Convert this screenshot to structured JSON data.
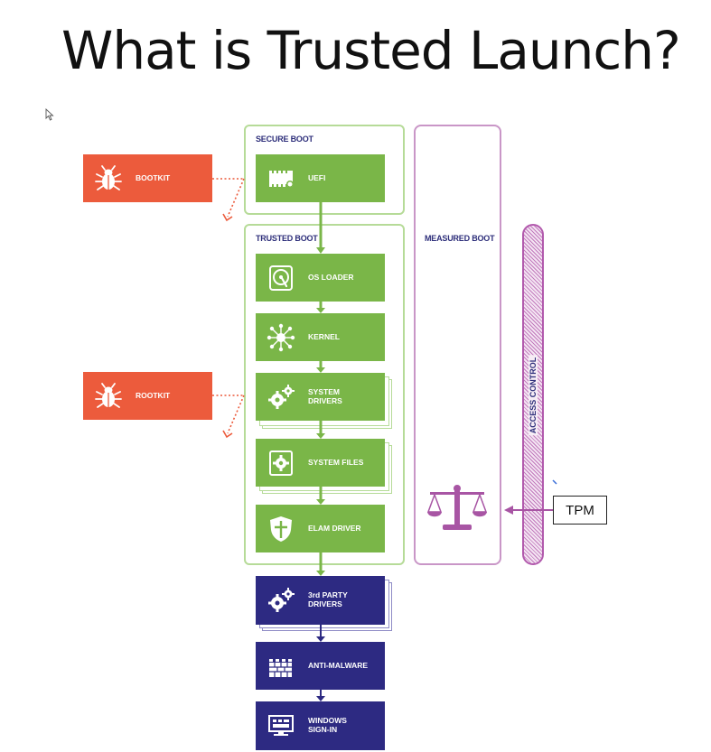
{
  "title": "What is Trusted Launch?",
  "frames": {
    "secure_boot": "SECURE BOOT",
    "trusted_boot": "TRUSTED BOOT",
    "measured_boot": "MEASURED BOOT",
    "access_control": "ACCESS CONTROL"
  },
  "threats": {
    "bootkit": "BOOTKIT",
    "rootkit": "ROOTKIT"
  },
  "stages": {
    "uefi": "UEFI",
    "os_loader": "OS LOADER",
    "kernel": "KERNEL",
    "system_drivers": "SYSTEM\nDRIVERS",
    "system_files": "SYSTEM FILES",
    "elam_driver": "ELAM DRIVER",
    "third_party_drivers": "3rd PARTY\nDRIVERS",
    "anti_malware": "ANTI-MALWARE",
    "windows_signin": "WINDOWS\nSIGN-IN"
  },
  "tpm": "TPM",
  "icons": {
    "bug": "bug-icon",
    "chip": "chip-icon",
    "disk": "disk-icon",
    "network": "kernel-network-icon",
    "gears": "gears-icon",
    "gear": "gear-icon",
    "shield": "shield-icon",
    "firewall": "firewall-icon",
    "monitor": "monitor-icon",
    "scales": "scales-icon",
    "cursor": "mouse-cursor-icon"
  },
  "colors": {
    "green": "#7ab648",
    "navy": "#2d2a82",
    "red": "#ec5b3c",
    "purple": "#b25aad",
    "frame_green": "#b6db98",
    "frame_purple": "#c996c7"
  }
}
